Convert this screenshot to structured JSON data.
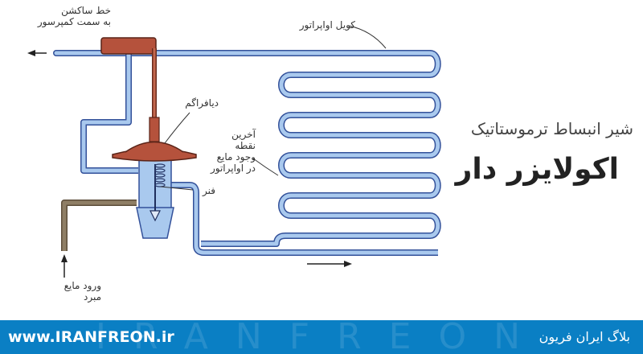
{
  "labels": {
    "suction_line": "خط ساکشن\nبه سمت کمپرسور",
    "evaporator_coil": "کویل اواپراتور",
    "diaphragm": "دیافراگم",
    "last_liquid_point": "آخرین\nنقطه\nوجود مایع\nدر اواپراتور",
    "spring": "فنر",
    "liquid_inlet": "ورود مایع\nمبرد"
  },
  "title": {
    "line1": "شیر انبساط ترموستاتیک",
    "line2": "اکولایزر دار"
  },
  "footer": {
    "url": "www.IRANFREON.ir",
    "watermark": "IRANFREON",
    "blog": "بلاگ ایران فریون"
  },
  "colors": {
    "pipe": "#a9c9ee",
    "pipe_stroke": "#33519a",
    "bulb": "#b5523c",
    "liquid_line": "#7f6f58",
    "footer": "#0a7fc4"
  }
}
